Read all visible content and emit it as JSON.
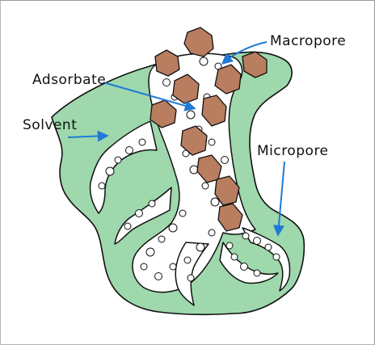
{
  "labels": {
    "macropore": "Macropore",
    "adsorbate": "Adsorbate",
    "solvent": "Solvent",
    "micropore": "Micropore"
  },
  "colors": {
    "matrix_green": "#9ed8ac",
    "adsorbate_brown": "#b97d60",
    "arrow_blue": "#1f7ad6",
    "outline": "#111111"
  }
}
